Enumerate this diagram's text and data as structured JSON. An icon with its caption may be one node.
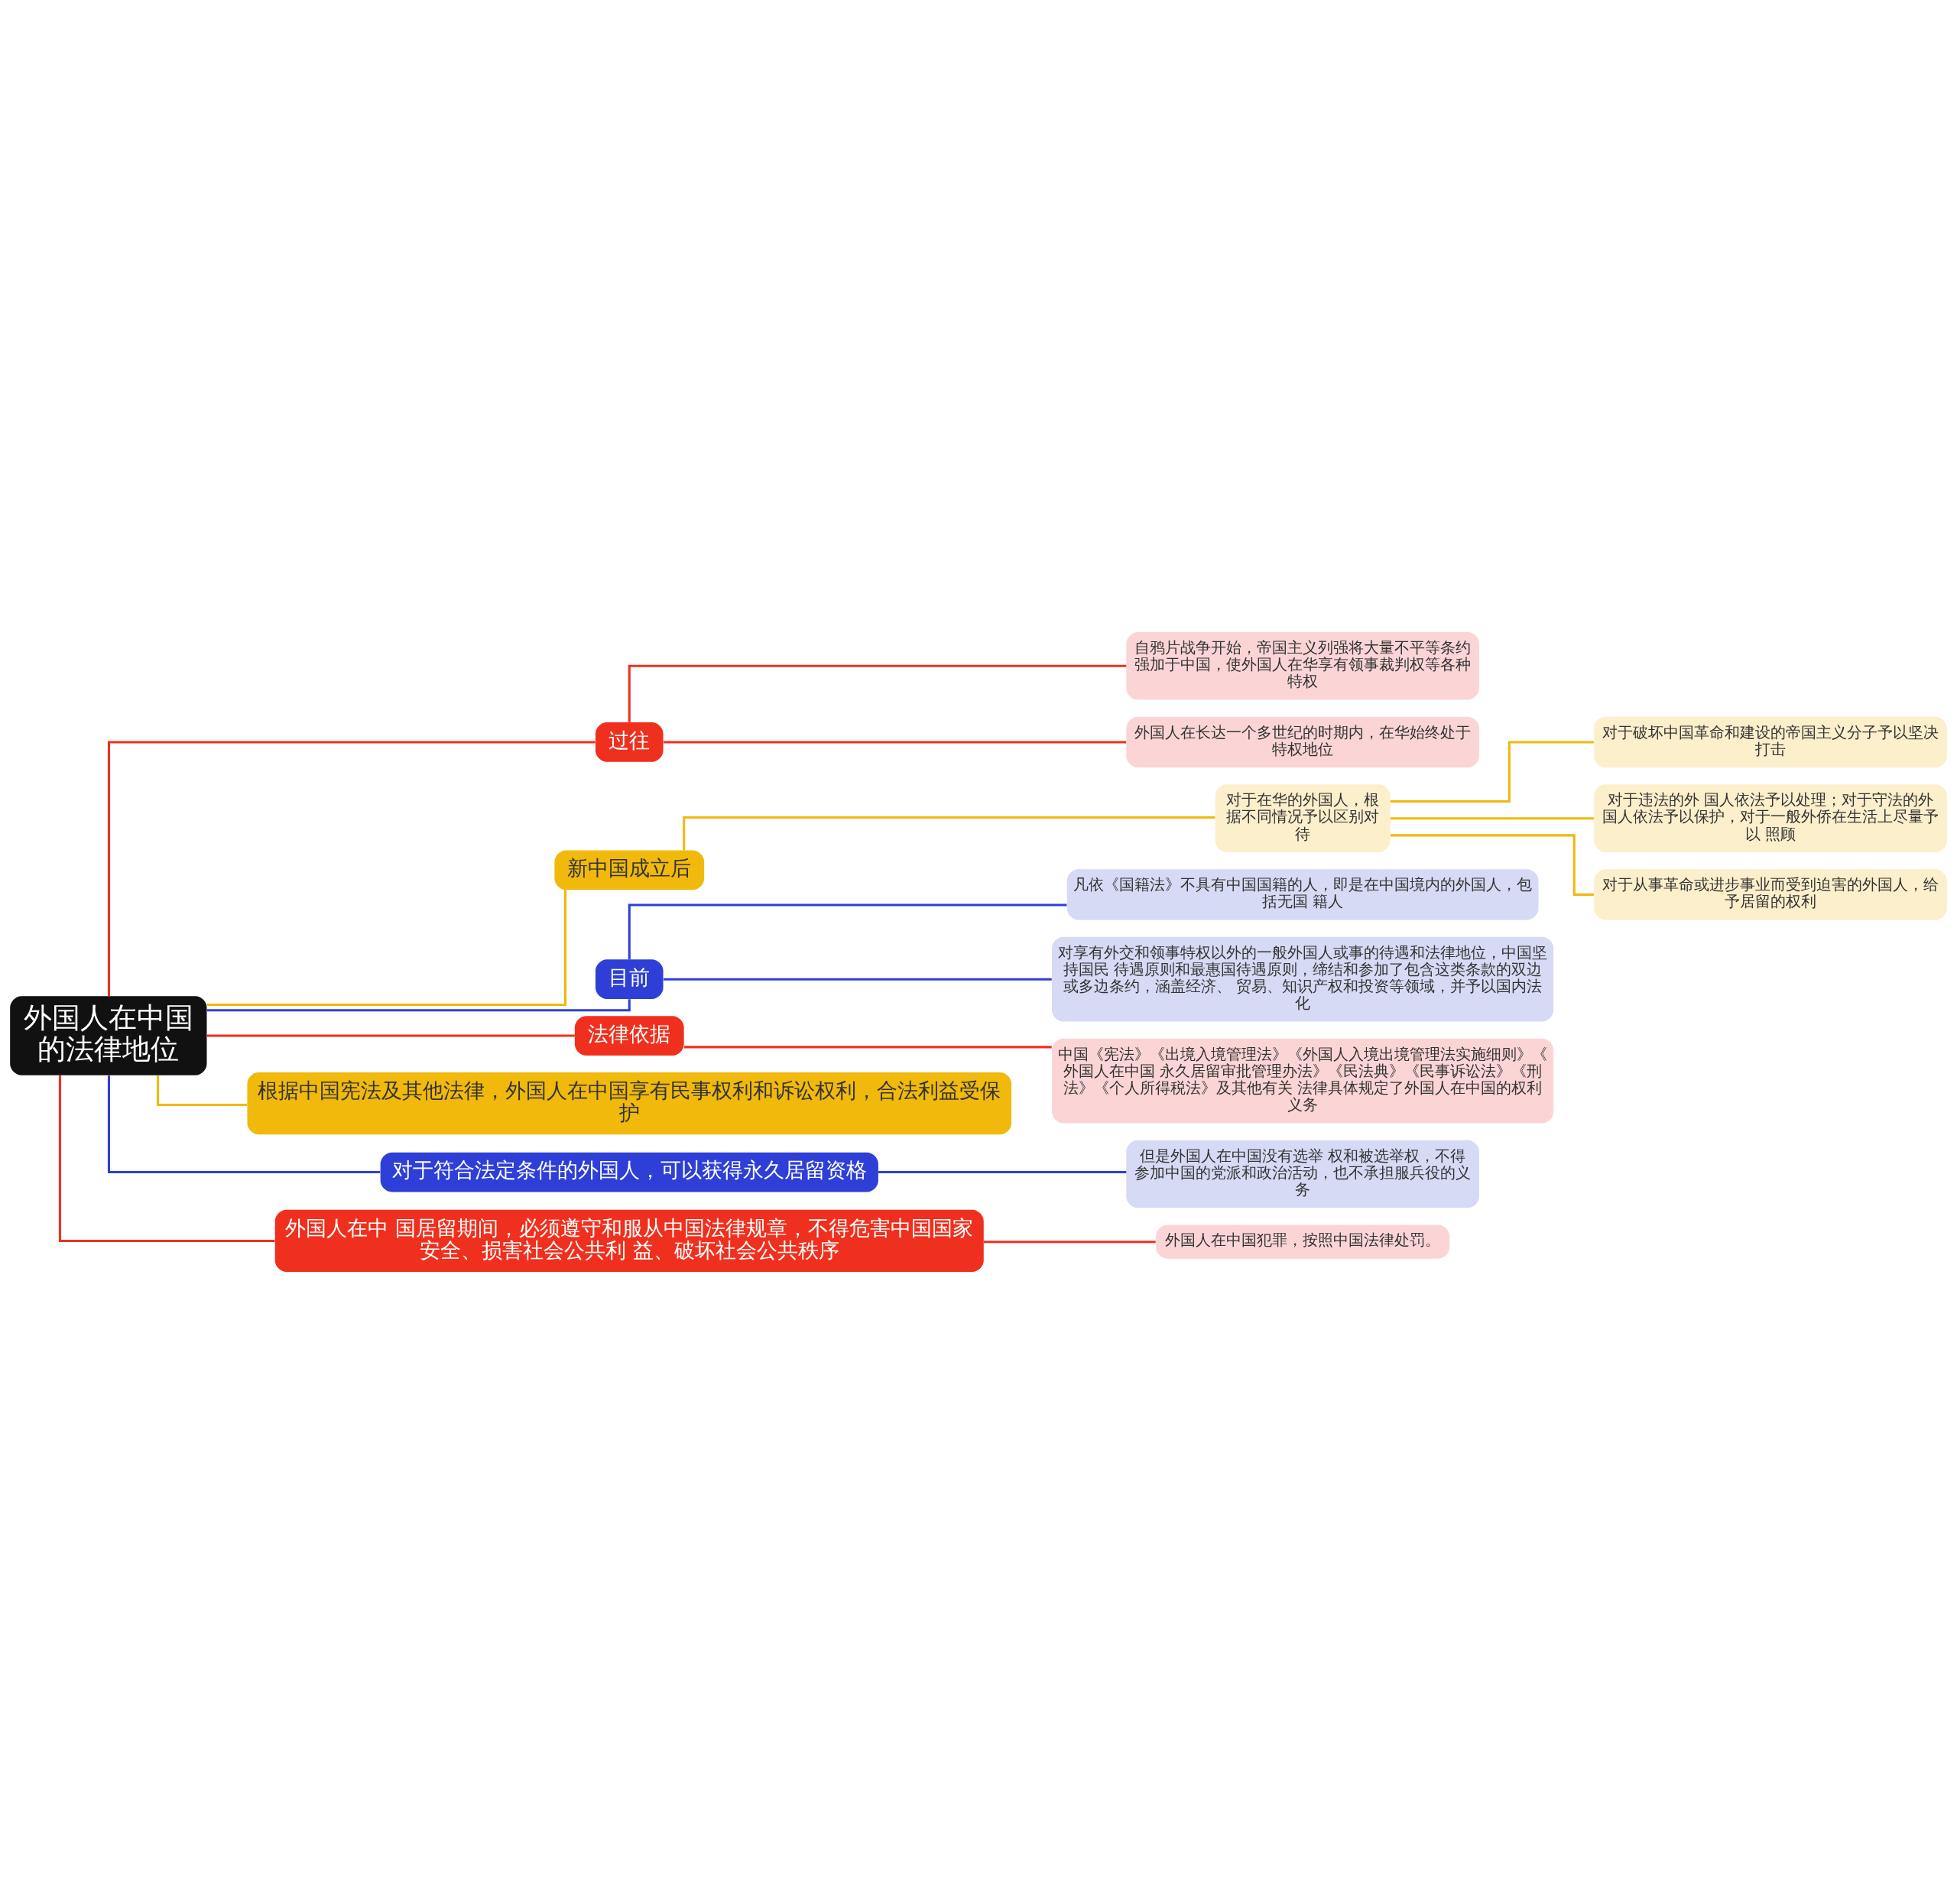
{
  "diagram": {
    "nodes": [
      {
        "text": [
          "外国人在中国的法律地位"
        ]
      },
      {
        "text": [
          "过往"
        ]
      },
      {
        "text": [
          "自鸦片战争开始，帝国主义列强将大量不平等条约强加于中国，使外国人在华享有领事裁判权等各种特权"
        ]
      },
      {
        "text": [
          "外国人在长达一个多世纪的时期内，在华始终处于特权地位"
        ]
      },
      {
        "text": [
          "新中国成立后"
        ]
      },
      {
        "text": [
          "对于在华的外国人，根据不同情况予以区别对待"
        ]
      },
      {
        "text": [
          "对于破坏中国革命和建设的帝国主义分子予以坚决打击"
        ]
      },
      {
        "text": [
          "对于违法的外 国人依法予以处理；对于守法的外国人依法予以保护，对于一般外侨在生活上尽量予以 照顾"
        ]
      },
      {
        "text": [
          "对于从事革命或进步事业而受到迫害的外国人，给予居留的权利"
        ]
      },
      {
        "text": [
          "目前"
        ]
      },
      {
        "text": [
          "凡依《国籍法》不具有中国国籍的人，即是在中国境内的外国人，包括无国 籍人"
        ]
      },
      {
        "text": [
          "对享有外交和领事特权以外的一般外国人或事的待遇和法律地位，中国坚持国民 待遇原则和最惠国待遇原则，缔结和参加了包含这类条款的双边或多边条约，涵盖经济、 贸易、知识产权和投资等领域，并予以国内法化"
        ]
      },
      {
        "text": [
          "法律依据"
        ]
      },
      {
        "text": [
          "中国《宪法》《出境入境管理法》《外国人入境出境管理法实施细则》《外国人在中国 永久居留审批管理办法》《民法典》《民事诉讼法》《刑法》《个人所得税法》及其他有关 法律具体规定了外国人在中国的权利义务"
        ]
      },
      {
        "text": [
          "根据中国宪法及其他法律，外国人在中国享有民事权利和诉讼权利，合法利益受保护"
        ]
      },
      {
        "text": [
          "对于符合法定条件的外国人，可以获得永久居留资格"
        ]
      },
      {
        "text": [
          "但是外国人在中国没有选举 权和被选举权，不得参加中国的党派和政治活动，也不承担服兵役的义务"
        ]
      },
      {
        "text": [
          "外国人在中 国居留期间，必须遵守和服从中国法律规章，不得危害中国国家安全、损害社会公共利 益、破坏社会公共秩序"
        ]
      },
      {
        "text": [
          "外国人在中国犯罪，按照中国法律处罚。"
        ]
      }
    ],
    "edges": [
      {
        "from": 0,
        "to": 1,
        "arrow": "none"
      },
      {
        "from": 1,
        "to": 2,
        "arrow": "none"
      },
      {
        "from": 1,
        "to": 3,
        "arrow": "none"
      },
      {
        "from": 0,
        "to": 4,
        "arrow": "none",
        "color": "#f0b90b"
      },
      {
        "from": 4,
        "to": 5,
        "arrow": "none",
        "color": "#f0b90b"
      },
      {
        "from": 5,
        "to": 6,
        "arrow": "none",
        "color": "#f0b90b"
      },
      {
        "from": 5,
        "to": 7,
        "arrow": "none",
        "color": "#f0b90b"
      },
      {
        "from": 5,
        "to": 8,
        "arrow": "none",
        "color": "#f0b90b"
      },
      {
        "from": 0,
        "to": 9,
        "arrow": "none",
        "color": "#2d3fd6"
      },
      {
        "from": 9,
        "to": 10,
        "arrow": "none",
        "color": "#2d3fd6"
      },
      {
        "from": 9,
        "to": 11,
        "arrow": "none",
        "color": "#2d3fd6"
      },
      {
        "from": 0,
        "to": 12,
        "arrow": "none"
      },
      {
        "from": 12,
        "to": 13,
        "arrow": "none"
      },
      {
        "from": 0,
        "to": 14,
        "arrow": "none",
        "color": "#f0b90b"
      },
      {
        "from": 0,
        "to": 15,
        "arrow": "none",
        "color": "#2d3fd6"
      },
      {
        "from": 15,
        "to": 16,
        "arrow": "none",
        "color": "#2d3fd6"
      },
      {
        "from": 0,
        "to": 17,
        "arrow": "none"
      },
      {
        "from": 17,
        "to": 18,
        "arrow": "none"
      }
    ]
  }
}
